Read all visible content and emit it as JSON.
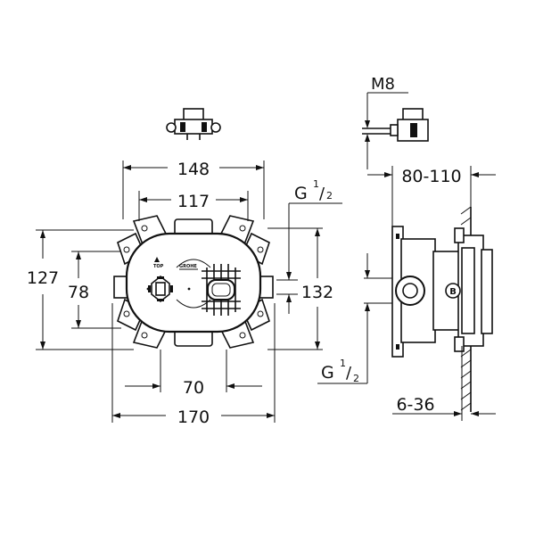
{
  "front_view": {
    "dim_width_overall": "170",
    "dim_width_top": "148",
    "dim_width_inner": "117",
    "dim_spacing_bottom": "70",
    "dim_height_overall": "127",
    "dim_height_inner": "78",
    "dim_height_right": "132",
    "thread_top": "G",
    "thread_fraction_num": "1",
    "thread_fraction_den": "2",
    "mark_top": "TOP",
    "brand_mark": "GROHE"
  },
  "side_view": {
    "bolt_size": "M8",
    "dim_depth_range": "80-110",
    "dim_tile_range": "6-36",
    "thread_bottom": "G",
    "thread_fraction_num": "1",
    "thread_fraction_den": "2",
    "cartridge_label": "B"
  }
}
